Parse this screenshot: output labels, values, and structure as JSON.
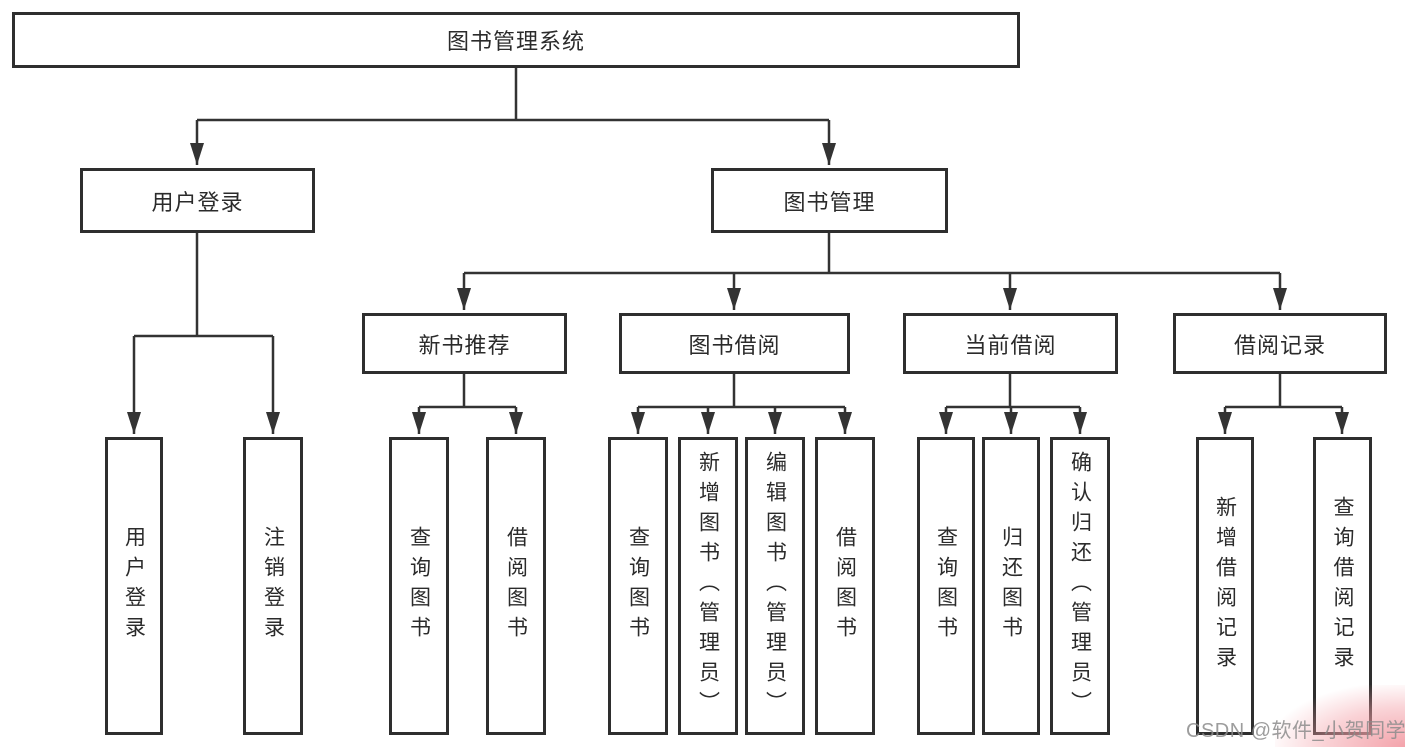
{
  "tree": {
    "root": "图书管理系统",
    "branches": [
      {
        "label": "用户登录",
        "children": [
          "用户登录",
          "注销登录"
        ]
      },
      {
        "label": "图书管理",
        "groups": [
          {
            "label": "新书推荐",
            "children": [
              "查询图书",
              "借阅图书"
            ]
          },
          {
            "label": "图书借阅",
            "children": [
              "查询图书",
              "新增图书（管理员）",
              "编辑图书（管理员）",
              "借阅图书"
            ]
          },
          {
            "label": "当前借阅",
            "children": [
              "查询图书",
              "归还图书",
              "确认归还（管理员）"
            ]
          },
          {
            "label": "借阅记录",
            "children": [
              "新增借阅记录",
              "查询借阅记录"
            ]
          }
        ]
      }
    ]
  },
  "colors": {
    "line": "#333333",
    "border": "#2e2e2e",
    "text": "#2b2b2b",
    "watermark_text": "#8c8c8c",
    "corner_tint": "#f39ea6"
  },
  "watermark": "CSDN @软件_小贺同学"
}
